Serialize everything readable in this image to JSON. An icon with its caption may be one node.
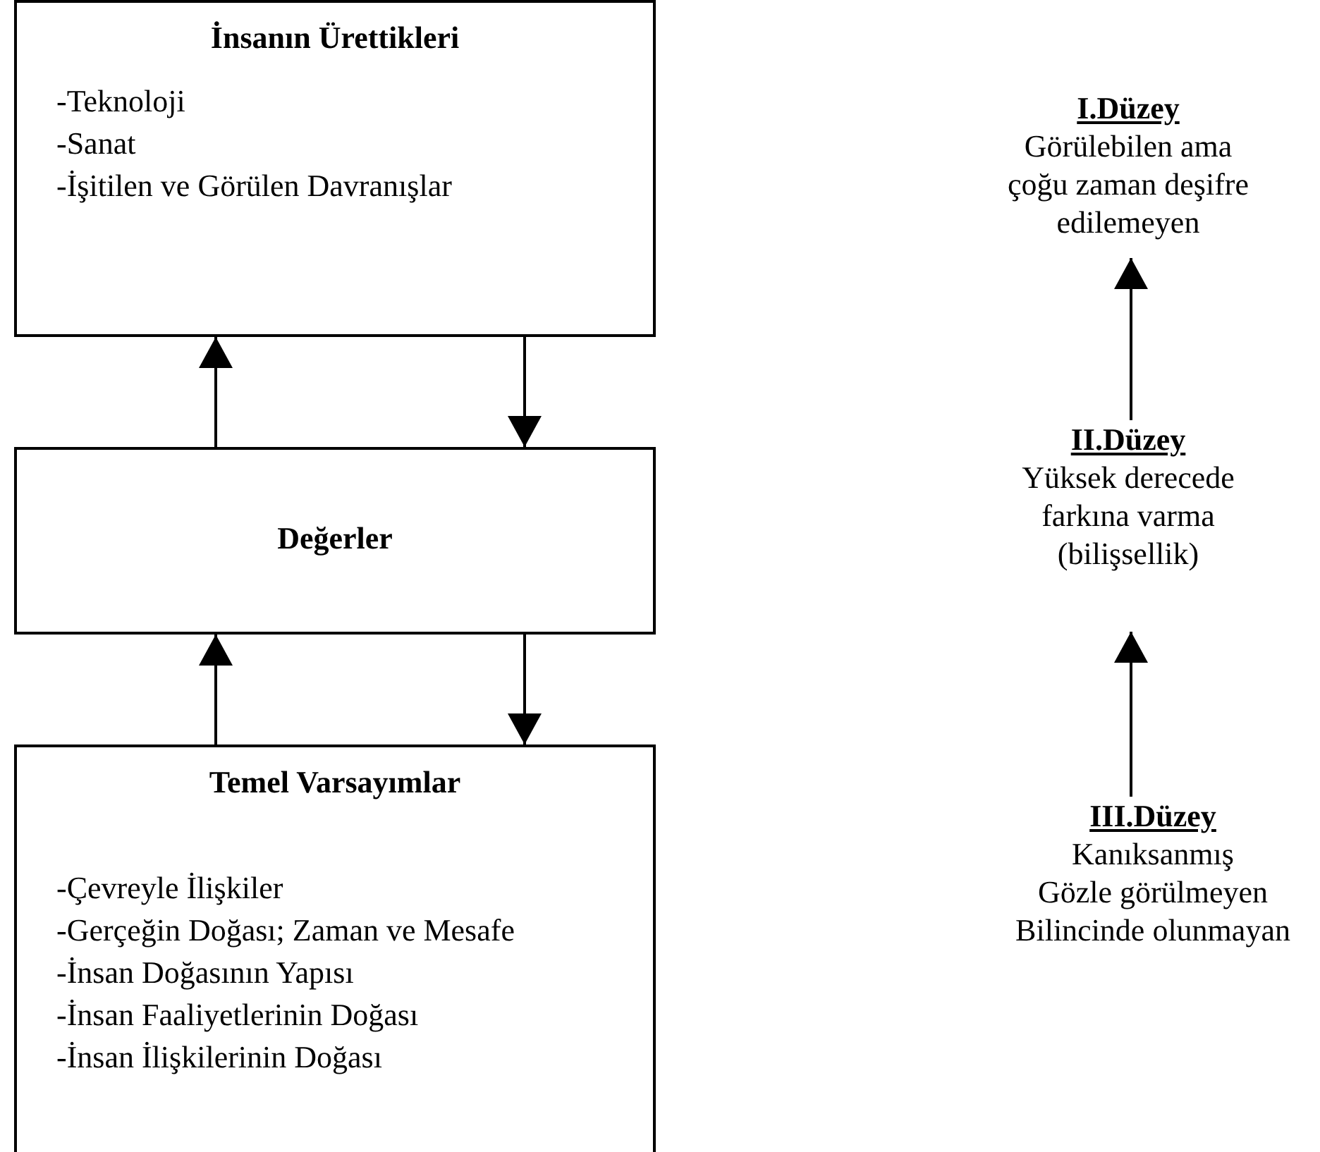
{
  "diagram": {
    "nodes": [
      {
        "text": [
          "İnsanın Ürettikleri",
          "-Teknoloji",
          "-Sanat",
          "-İşitilen ve Görülen Davranışlar"
        ]
      },
      {
        "text": [
          "Değerler"
        ]
      },
      {
        "text": [
          "Temel Varsayımlar",
          "-Çevreyle İlişkiler",
          "-Gerçeğin Doğası; Zaman ve Mesafe",
          "-İnsan Doğasının Yapısı",
          "-İnsan Faaliyetlerinin Doğası",
          "-İnsan İlişkilerinin Doğası"
        ]
      },
      {
        "text": [
          "I.Düzey",
          "Görülebilen ama çoğu zaman deşifre edilemeyen"
        ]
      },
      {
        "text": [
          "II.Düzey",
          "Yüksek derecede farkına varma (bilişsellik)"
        ]
      },
      {
        "text": [
          "III.Düzey",
          "Kanıksanmış",
          "Gözle görülmeyen",
          "Bilincinde olunmayan"
        ]
      }
    ],
    "edges": [
      {
        "from": 1,
        "to": 0,
        "arrow": "to"
      },
      {
        "from": 0,
        "to": 1,
        "arrow": "to"
      },
      {
        "from": 2,
        "to": 1,
        "arrow": "to"
      },
      {
        "from": 1,
        "to": 2,
        "arrow": "to"
      },
      {
        "from": 4,
        "to": 3,
        "arrow": "to"
      },
      {
        "from": 5,
        "to": 4,
        "arrow": "to"
      }
    ]
  }
}
